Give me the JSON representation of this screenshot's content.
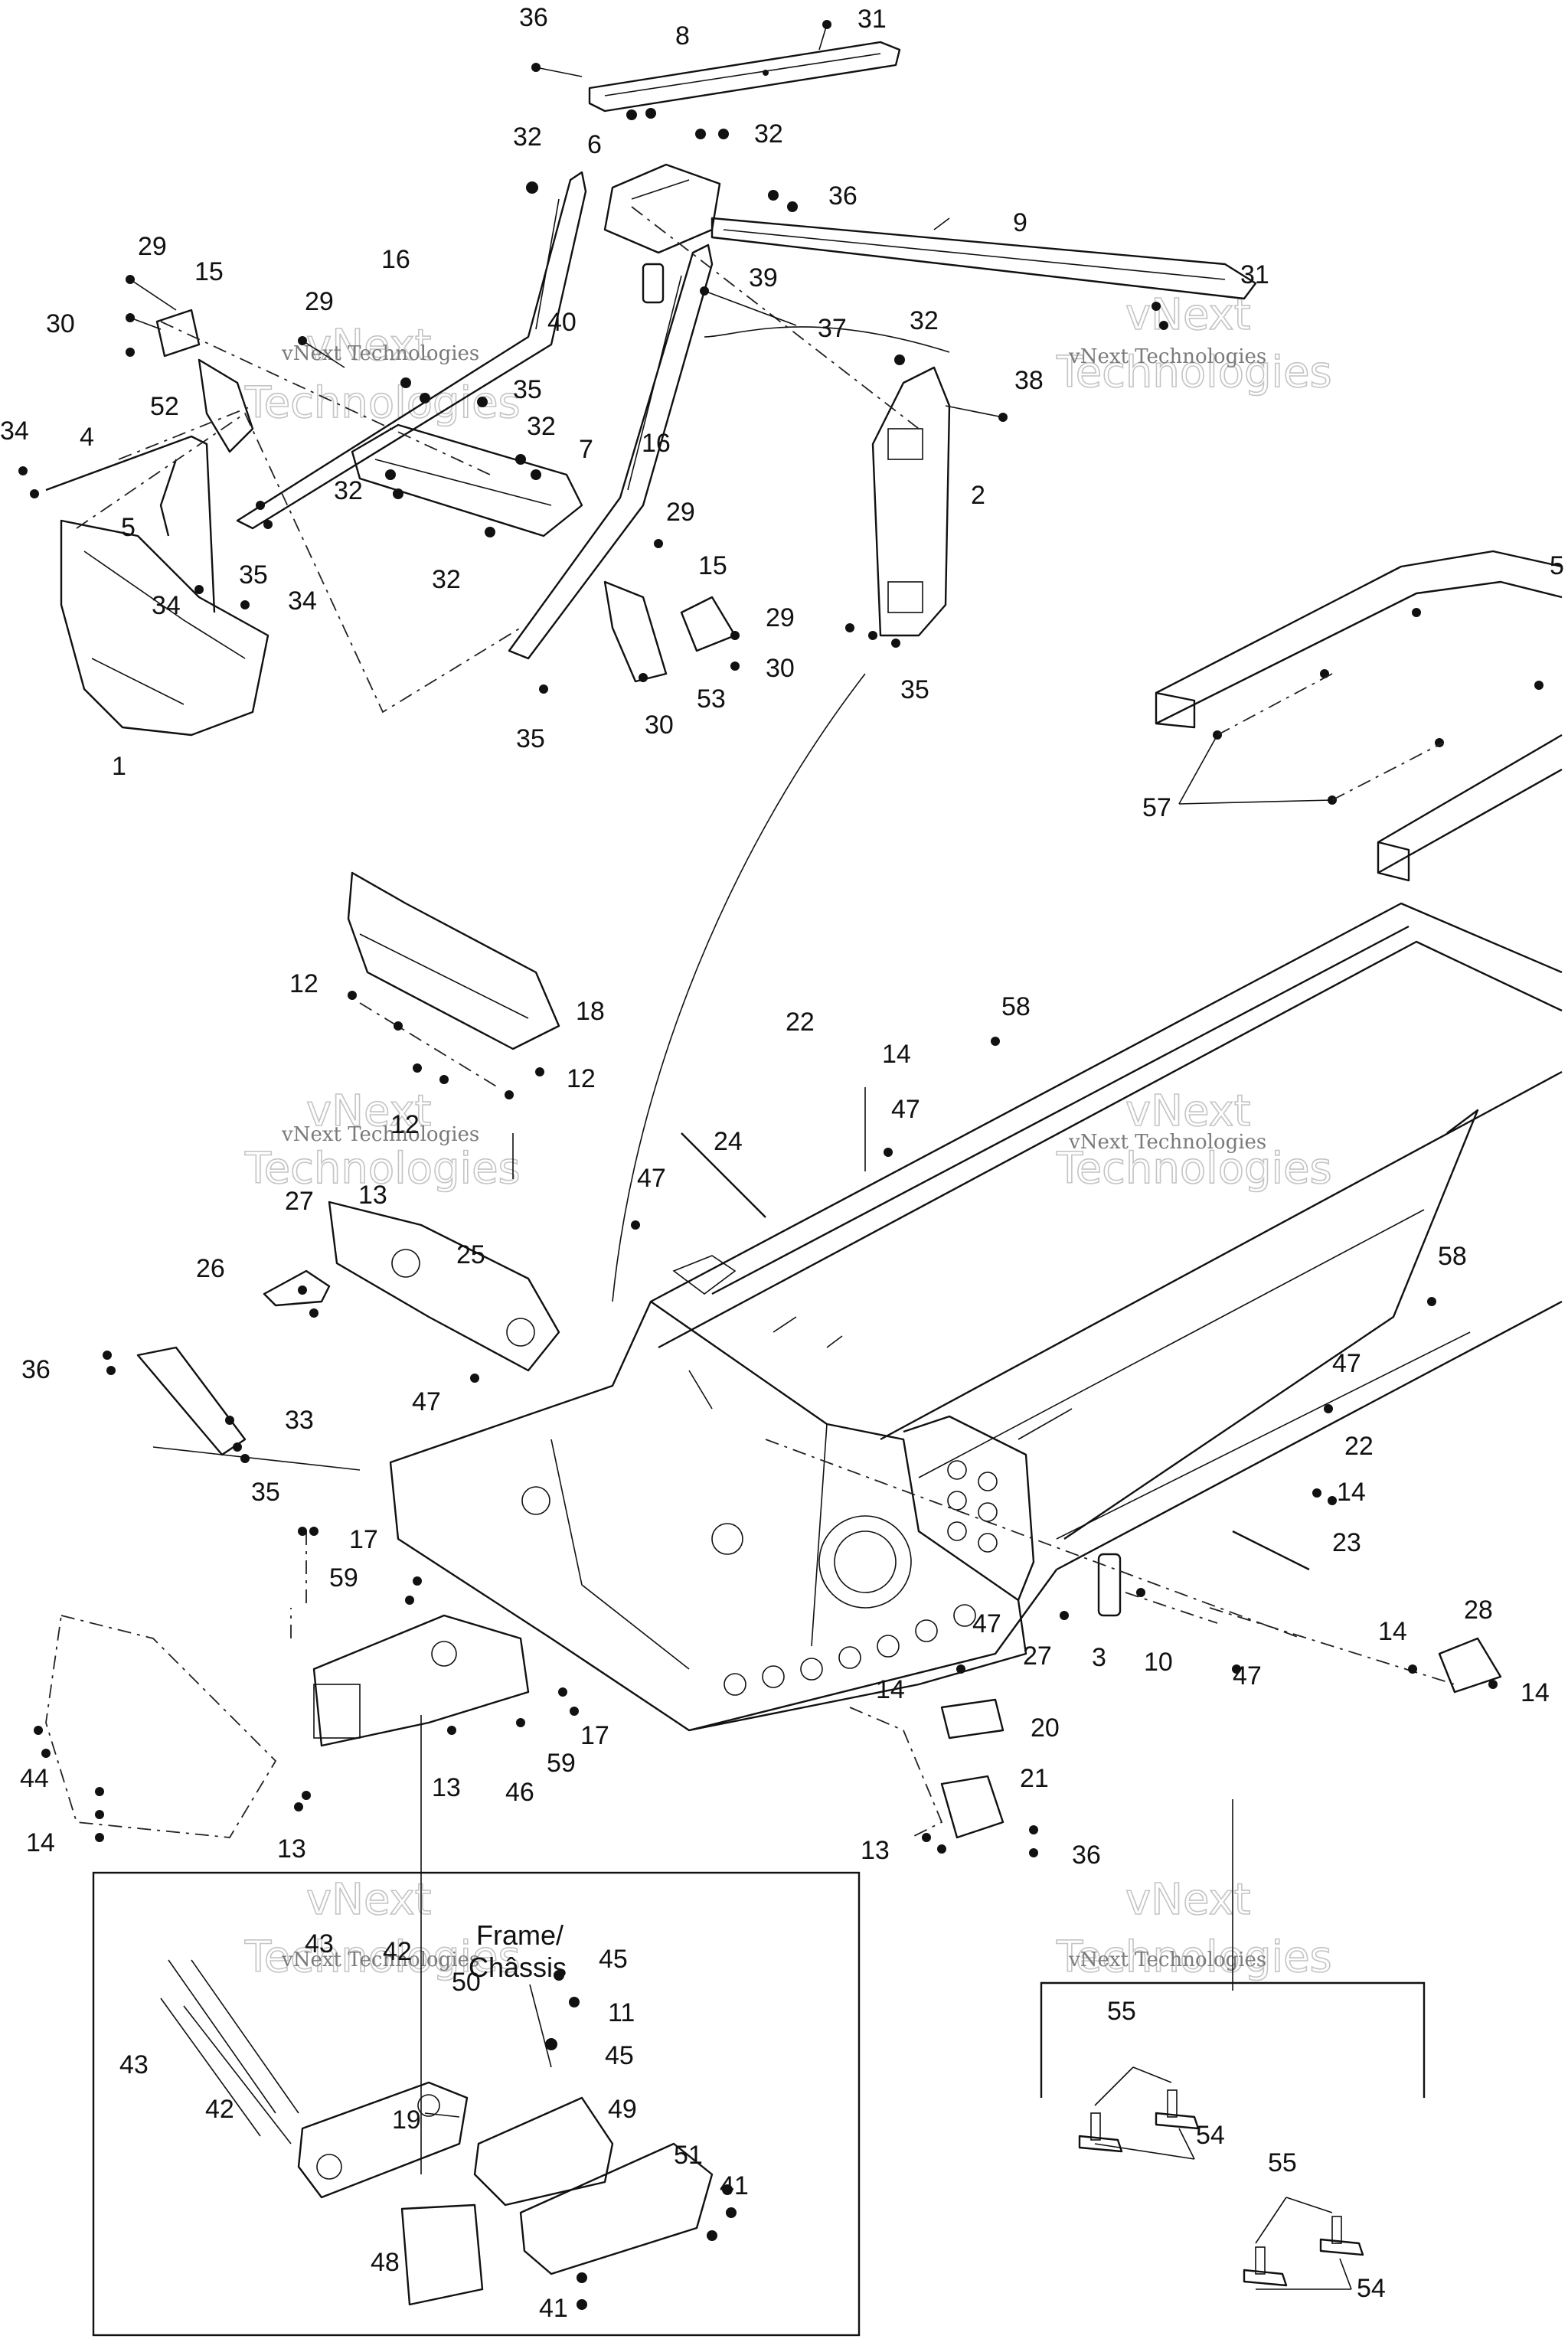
{
  "watermark": {
    "line1": "vNext",
    "line2": "Technologies",
    "full": "vNext Technologies"
  },
  "inset_left": {
    "title_line1": "Frame/",
    "title_line2": "Châssis"
  },
  "callouts": {
    "c36a": "36",
    "c8": "8",
    "c31a": "31",
    "c32a": "32",
    "c32b": "32",
    "c6": "6",
    "c36b": "36",
    "c9": "9",
    "c29a": "29",
    "c15a": "15",
    "c16a": "16",
    "c40": "40",
    "c39": "39",
    "c37": "37",
    "c31b": "31",
    "c30a": "30",
    "c29b": "29",
    "c35a": "35",
    "c32c": "32",
    "c38": "38",
    "c34a": "34",
    "c4": "4",
    "c52": "52",
    "c16b": "16",
    "c5": "5",
    "c32d": "32",
    "c7": "7",
    "c2": "2",
    "c32e": "32",
    "c29c": "29",
    "c35b": "35",
    "c34b": "34",
    "c34c": "34",
    "c32f": "32",
    "c15b": "15",
    "c29d": "29",
    "c30b": "30",
    "c35c": "35",
    "c53": "53",
    "c1": "1",
    "c35d": "35",
    "c30c": "30",
    "c5r": "5",
    "c57": "57",
    "c12a": "12",
    "c18": "18",
    "c12b": "12",
    "c12c": "12",
    "c58a": "58",
    "c22a": "22",
    "c14a": "14",
    "c47a": "47",
    "c24": "24",
    "c47b": "47",
    "c27a": "27",
    "c13a": "13",
    "c25": "25",
    "c26": "26",
    "c58b": "58",
    "c36c": "36",
    "c33": "33",
    "c47c": "47",
    "c47d": "47",
    "c22b": "22",
    "c14b": "14",
    "c35e": "35",
    "c23": "23",
    "c17a": "17",
    "c59a": "59",
    "c47e": "47",
    "c27b": "27",
    "c3": "3",
    "c10": "10",
    "c47f": "47",
    "c14c": "14",
    "c28": "28",
    "c14d": "14",
    "c20": "20",
    "c14e": "14",
    "c17b": "17",
    "c59b": "59",
    "c13b": "13",
    "c46": "46",
    "c21": "21",
    "c44": "44",
    "c14f": "14",
    "c13c": "13",
    "c13d": "13",
    "c36d": "36",
    "c43a": "43",
    "c42a": "42",
    "c50": "50",
    "c45a": "45",
    "c11": "11",
    "c45b": "45",
    "c43b": "43",
    "c42b": "42",
    "c19": "19",
    "c49": "49",
    "c51": "51",
    "c41a": "41",
    "c48": "48",
    "c41b": "41",
    "c55a": "55",
    "c54a": "54",
    "c55b": "55",
    "c54b": "54"
  }
}
